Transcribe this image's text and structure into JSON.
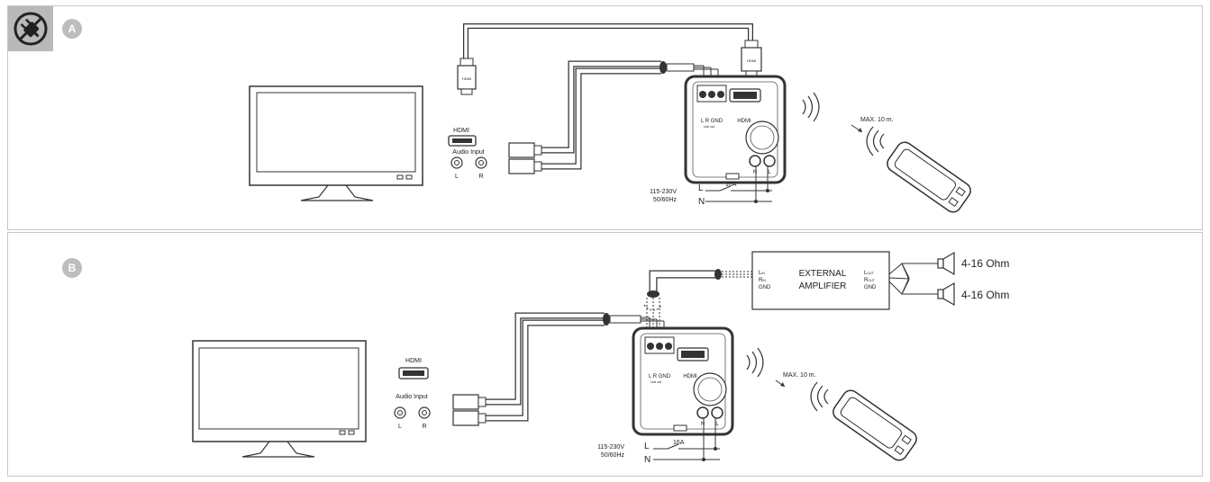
{
  "icons": {
    "plug": "plug-icon"
  },
  "panels": [
    {
      "badge": "A"
    },
    {
      "badge": "B"
    }
  ],
  "tv": {
    "hdmi_label": "HDMI",
    "audio_input_label": "Audio Input",
    "left_label": "L",
    "right_label": "R"
  },
  "cable": {
    "hdmi_plug_label": "HDMI"
  },
  "module": {
    "terminal_label": "L  R  GND",
    "terminal_sublabel": "Line out",
    "hdmi_label": "HDMI",
    "n_label": "N",
    "l_label": "L"
  },
  "mains": {
    "voltage": "115-230V",
    "frequency": "50/60Hz",
    "line_label": "L",
    "neutral_label": "N",
    "breaker_label": "16A"
  },
  "remote": {
    "range_label": "MAX. 10 m."
  },
  "amplifier": {
    "title_line1": "EXTERNAL",
    "title_line2": "AMPLIFIER",
    "input_l": "L",
    "input_l_sub": "IN",
    "input_r": "R",
    "input_r_sub": "IN",
    "input_gnd": "GND",
    "output_l": "L",
    "output_l_sub": "OUT",
    "output_r": "R",
    "output_r_sub": "OUT",
    "output_gnd": "GND"
  },
  "speakers": [
    {
      "impedance": "4-16 Ohm"
    },
    {
      "impedance": "4-16 Ohm"
    }
  ],
  "colors": {
    "panel_border": "#c8c8c8",
    "badge": "#bdbdbd",
    "plug_box": "#b9b9b9",
    "line": "#333333"
  }
}
